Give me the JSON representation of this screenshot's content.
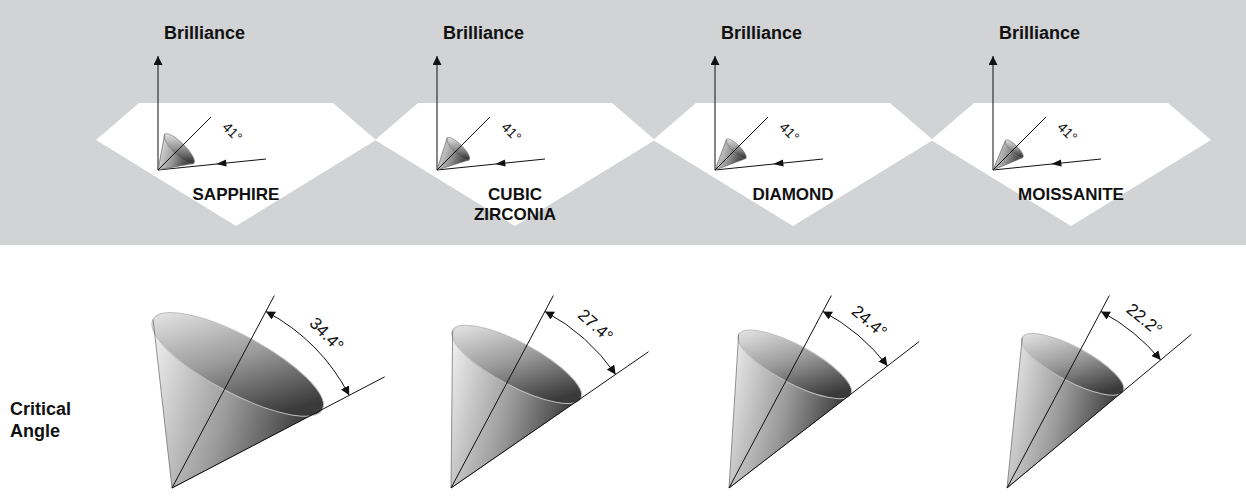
{
  "diagram": {
    "nodes": [
      {
        "text": [
          "41°",
          "SAPPHIRE"
        ]
      },
      {
        "text": [
          "41°",
          "CUBIC ZIRCONIA"
        ]
      },
      {
        "text": [
          "41°",
          "DIAMOND"
        ]
      },
      {
        "text": [
          "41°",
          "MOISSANITE"
        ]
      }
    ],
    "labels": [
      "Brilliance",
      "Brilliance",
      "Brilliance",
      "Brilliance",
      "Critical Angle",
      "34.4°",
      "27.4°",
      "24.4°",
      "22.2°"
    ]
  }
}
